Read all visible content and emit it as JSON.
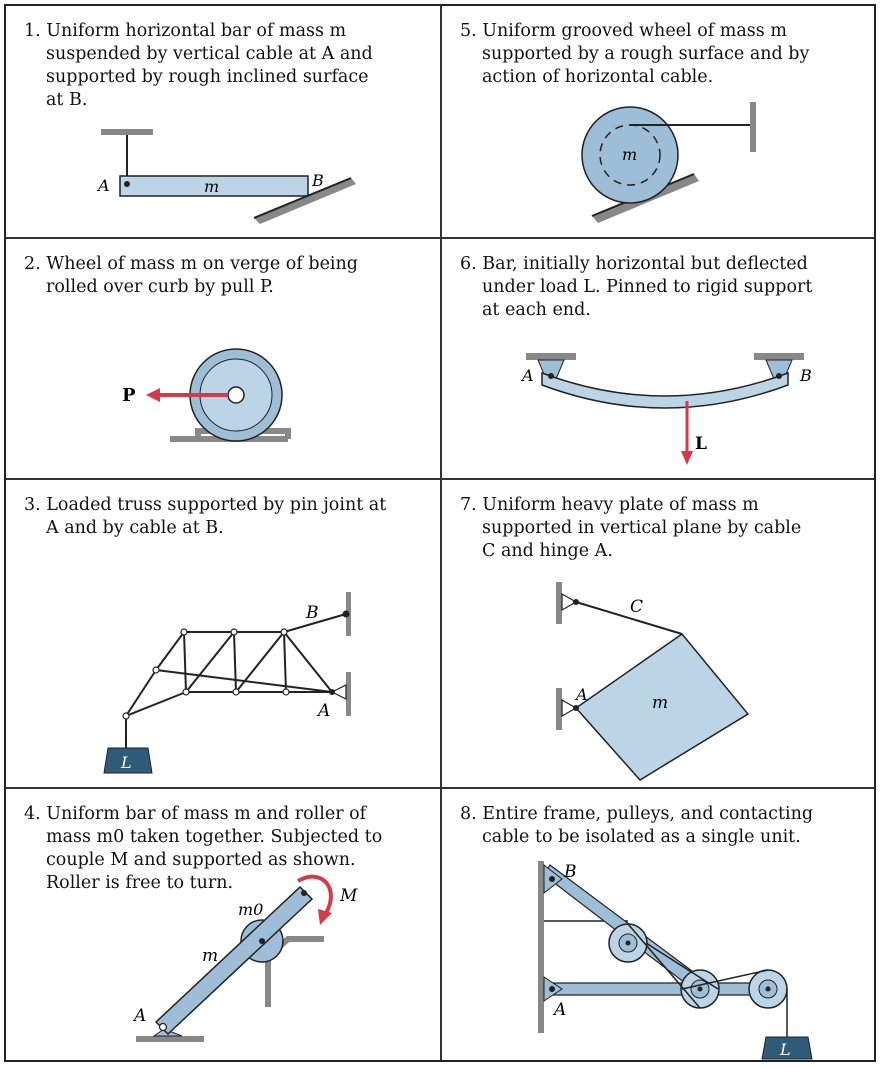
{
  "colors": {
    "fill_light": "#bcd5e6",
    "fill_steel": "#9ebdd6",
    "fill_dark": "#2f5b78",
    "force_red": "#d63a4a",
    "ground": "#888888",
    "line": "#222222"
  },
  "panels": [
    {
      "number": "1.",
      "lines": [
        "Uniform horizontal bar of mass m",
        "suspended by vertical cable at A and",
        "supported by rough inclined surface",
        "at B."
      ],
      "labels": {
        "a": "A",
        "m": "m",
        "b": "B"
      }
    },
    {
      "number": "2.",
      "lines": [
        "Wheel of mass m on verge of being",
        "rolled over curb by pull P."
      ],
      "labels": {
        "p": "P"
      }
    },
    {
      "number": "3.",
      "lines": [
        "Loaded truss supported by pin joint at",
        "A and by cable at B."
      ],
      "labels": {
        "b": "B",
        "a": "A",
        "l": "L"
      }
    },
    {
      "number": "4.",
      "lines": [
        "Uniform bar of mass m and roller of",
        "mass m0 taken together. Subjected to",
        "couple M and supported as shown.",
        "Roller is free to turn."
      ],
      "labels": {
        "m0": "m0",
        "m": "m",
        "big_m": "M",
        "a": "A"
      }
    },
    {
      "number": "5.",
      "lines": [
        "Uniform grooved wheel of mass m",
        "supported by a rough surface and by",
        "action of horizontal cable."
      ],
      "labels": {
        "m": "m"
      }
    },
    {
      "number": "6.",
      "lines": [
        "Bar, initially horizontal but deflected",
        "under load L. Pinned to rigid support",
        "at each end."
      ],
      "labels": {
        "a": "A",
        "b": "B",
        "l": "L"
      }
    },
    {
      "number": "7.",
      "lines": [
        "Uniform heavy plate of mass m",
        "supported in vertical plane by cable",
        "C and hinge A."
      ],
      "labels": {
        "c": "C",
        "a": "A",
        "m": "m"
      }
    },
    {
      "number": "8.",
      "lines": [
        "Entire frame, pulleys, and contacting",
        "cable to be isolated as a single unit."
      ],
      "labels": {
        "b": "B",
        "a": "A",
        "l": "L"
      }
    }
  ]
}
